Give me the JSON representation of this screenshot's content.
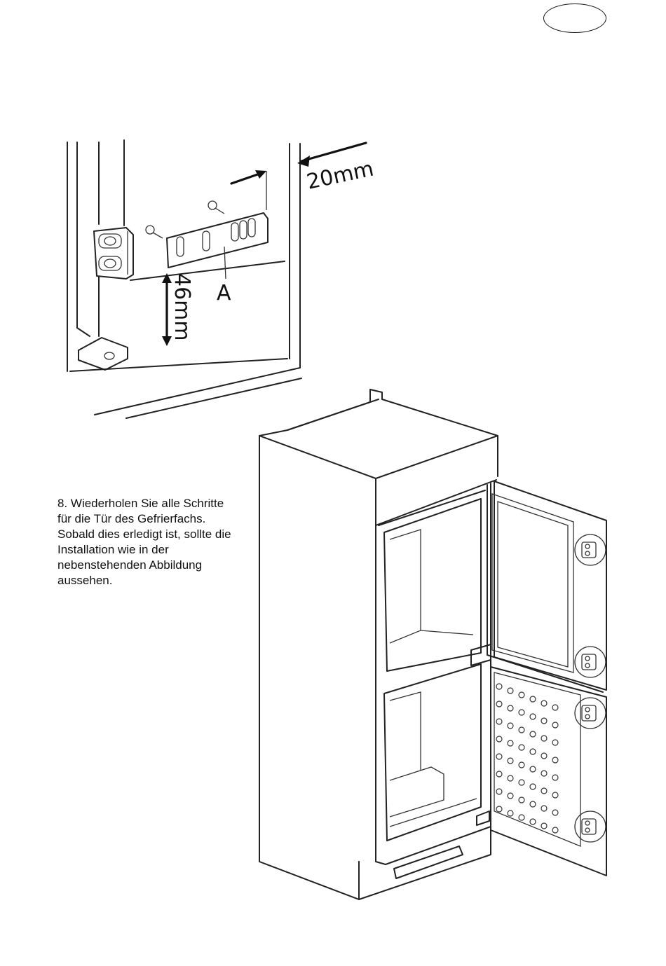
{
  "figure_top": {
    "label_width": "20mm",
    "label_height": "46mm",
    "label_part": "A"
  },
  "instruction": {
    "text": "8. Wiederholen Sie alle Schritte für die Tür des Gefrierfachs. Sobald dies erledigt ist, sollte die Installation wie in der nebenstehenden Abbildung aussehen."
  }
}
